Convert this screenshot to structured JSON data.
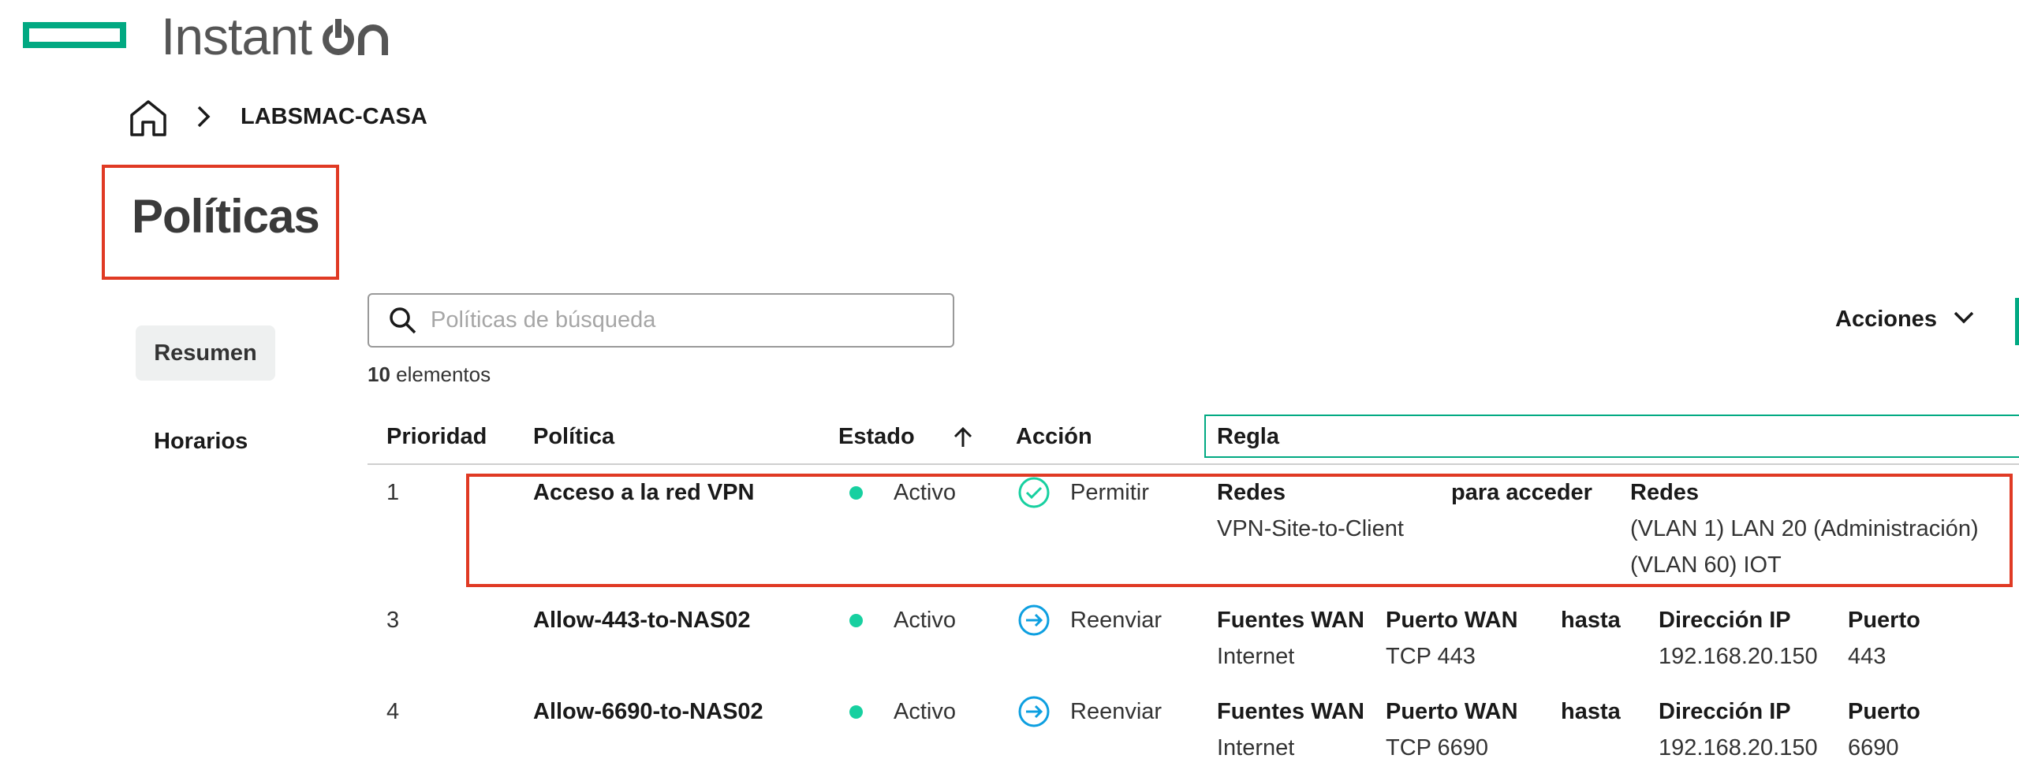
{
  "brand": {
    "name": "Instant",
    "suffix": "on"
  },
  "breadcrumb": {
    "current": "LABSMAC-CASA"
  },
  "page": {
    "title": "Políticas"
  },
  "nav": {
    "items": [
      {
        "label": "Resumen"
      },
      {
        "label": "Horarios"
      }
    ]
  },
  "search": {
    "placeholder": "Políticas de búsqueda",
    "value": ""
  },
  "toolbar": {
    "actions_label": "Acciones"
  },
  "summary": {
    "count": "10",
    "count_label": "elementos"
  },
  "table": {
    "headers": {
      "priority": "Prioridad",
      "policy": "Política",
      "status": "Estado",
      "action": "Acción",
      "rule": "Regla"
    },
    "rows": [
      {
        "priority": "1",
        "policy": "Acceso a la red VPN",
        "status": "Activo",
        "action": "Permitir",
        "rule": {
          "c1_label": "Redes",
          "c1_value": "VPN-Site-to-Client",
          "c2_label": "para acceder",
          "c3_label": "Redes",
          "c3_value": "(VLAN 1) LAN 20 (Administración)",
          "c3_value2": "(VLAN 60) IOT"
        }
      },
      {
        "priority": "3",
        "policy": "Allow-443-to-NAS02",
        "status": "Activo",
        "action": "Reenviar",
        "rule": {
          "c1_label": "Fuentes WAN",
          "c1_value": "Internet",
          "c2_label": "Puerto WAN",
          "c2_value": "TCP 443",
          "c3_label": "hasta",
          "c4_label": "Dirección IP",
          "c4_value": "192.168.20.150",
          "c5_label": "Puerto",
          "c5_value": "443"
        }
      },
      {
        "priority": "4",
        "policy": "Allow-6690-to-NAS02",
        "status": "Activo",
        "action": "Reenviar",
        "rule": {
          "c1_label": "Fuentes WAN",
          "c1_value": "Internet",
          "c2_label": "Puerto WAN",
          "c2_value": "TCP 6690",
          "c3_label": "hasta",
          "c4_label": "Dirección IP",
          "c4_value": "192.168.20.150",
          "c5_label": "Puerto",
          "c5_value": "6690"
        }
      }
    ]
  },
  "colors": {
    "brand_green": "#01a982",
    "status_active": "#17d0a0",
    "allow_icon": "#17d0a0",
    "forward_icon": "#0d9fe0",
    "highlight": "#e03a24"
  },
  "icons": [
    "hpe-logo-icon",
    "power-icon",
    "home-icon",
    "chevron-right-icon",
    "search-icon",
    "chevron-down-icon",
    "arrow-up-icon",
    "check-circle-icon",
    "arrow-right-circle-icon"
  ]
}
